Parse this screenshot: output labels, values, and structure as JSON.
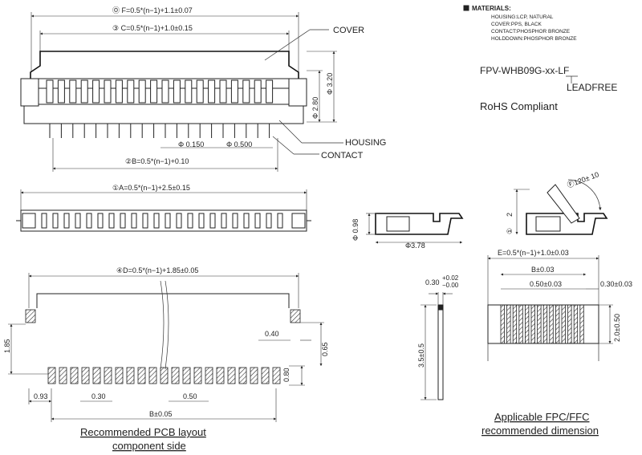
{
  "materials": {
    "title": "MATERIALS:",
    "lines": [
      "HOUSING:LCP, NATURAL",
      "COVER:PPS, BLACK",
      "CONTACT:PHOSPHOR BRONZE",
      "HOLDDOWN:PHOSPHOR BRONZE"
    ]
  },
  "part": {
    "number": "FPV-WHB09G-xx-LF",
    "leadfree": "LEADFREE",
    "rohs": "RoHS Compliant"
  },
  "callouts": {
    "cover": "COVER",
    "housing": "HOUSING",
    "contact": "CONTACT"
  },
  "dims": {
    "f": "Ⓞ F=0.5*(n−1)+1.1±0.07",
    "c": "③ C=0.5*(n−1)+1.0±0.15",
    "b": "②B=0.5*(n−1)+0.10",
    "a": "①A=0.5*(n−1)+2.5±0.15",
    "d": "④D=0.5*(n−1)+1.85±0.05",
    "e": "E=0.5*(n−1)+1.0±0.03",
    "h280": "Φ 2.80",
    "h320": "Φ 3.20",
    "p150": "Φ 0.150",
    "p500": "Φ 0.500",
    "side098": "Φ 0.98",
    "side378": "Φ3.78",
    "angle": "Ⓕ120± 10",
    "open2": "2",
    "open1": "①",
    "pcb185": "1.85",
    "pcb040": "0.40",
    "pcb065": "0.65",
    "pcb080": "0.80",
    "pcb093": "0.93",
    "pcb030": "0.30",
    "pcb050": "0.50",
    "pcbB": "B±0.05",
    "fpcT": "0.30",
    "fpcTtol": "+0.02",
    "fpcTtol2": "−0.00",
    "fpc35": "3.5±0.5",
    "fpcB": "B±0.03",
    "fpc050": "0.50±0.03",
    "fpc030": "0.30±0.03",
    "fpc20": "2.0±0.50"
  },
  "captions": {
    "pcb1": "Recommended PCB layout",
    "pcb2": "component side",
    "fpc1": "Applicable FPC/FFC",
    "fpc2": "recommended dimension"
  }
}
